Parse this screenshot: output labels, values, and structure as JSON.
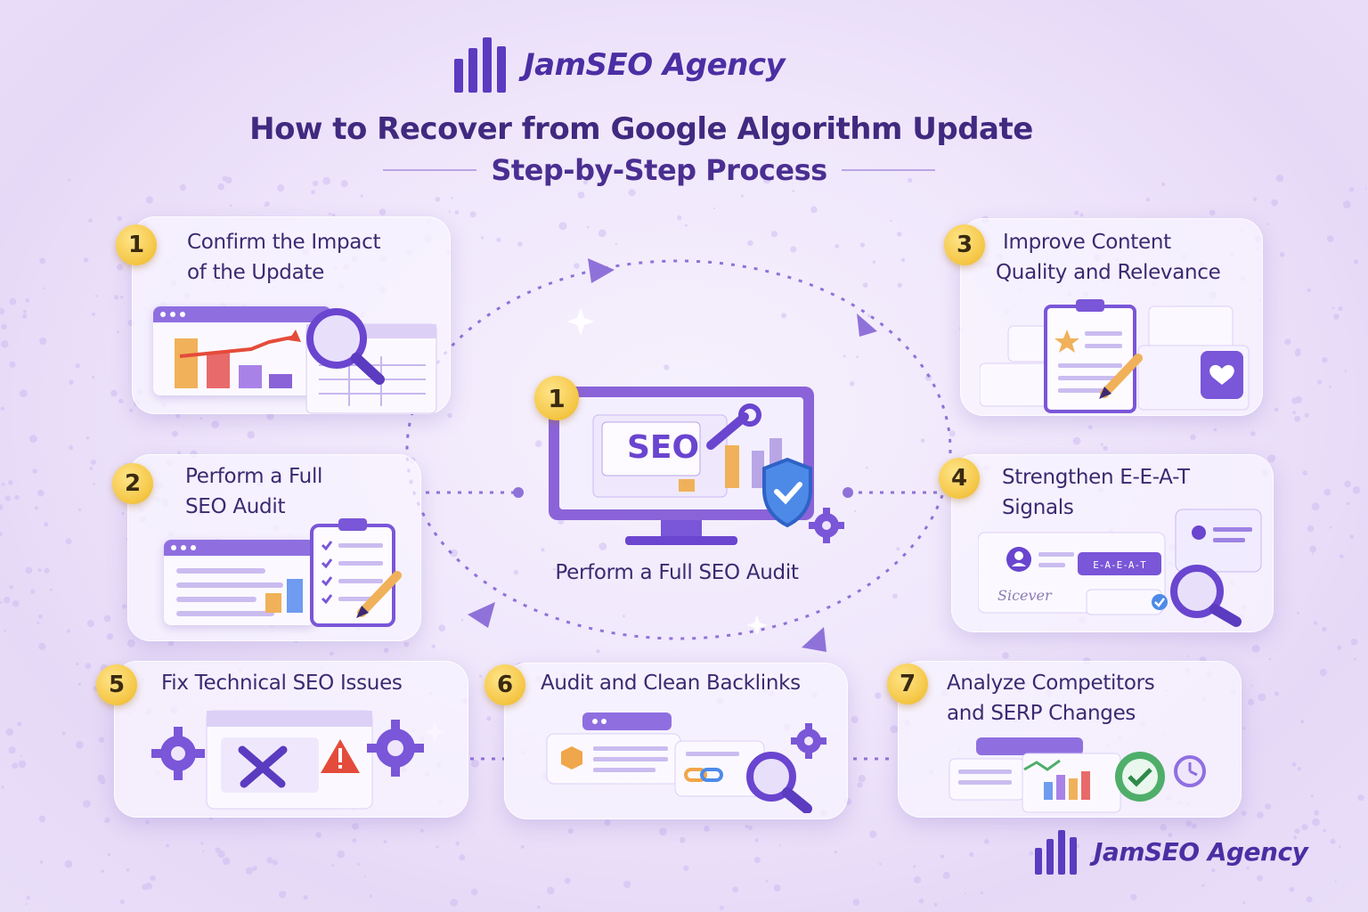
{
  "brand": {
    "name_top": "JamSEO Agency",
    "name_bottom": "JamSEO Agency"
  },
  "title": "How to Recover from Google Algorithm Update",
  "subtitle": "Step-by-Step Process",
  "center": {
    "badge": "1",
    "monitor_text": "SEO",
    "label": "Perform a Full SEO Audit"
  },
  "steps": [
    {
      "number": "1",
      "line1": "Confirm the Impact",
      "line2": "of the Update",
      "icon": "analytics-magnifier-icon"
    },
    {
      "number": "2",
      "line1": "Perform a Full",
      "line2": "SEO Audit",
      "icon": "clipboard-checklist-icon"
    },
    {
      "number": "3",
      "line1": "Improve Content",
      "line2": "Quality and Relevance",
      "icon": "content-document-icon"
    },
    {
      "number": "4",
      "line1": "Strengthen E-E-A-T",
      "line2": "Signals",
      "icon": "profile-credential-icon"
    },
    {
      "number": "5",
      "line1": "Fix Technical SEO Issues",
      "line2": "",
      "icon": "tools-warning-icon"
    },
    {
      "number": "6",
      "line1": "Audit and Clean Backlinks",
      "line2": "",
      "icon": "link-magnifier-icon"
    },
    {
      "number": "7",
      "line1": "Analyze Competitors",
      "line2": "and SERP Changes",
      "icon": "competitor-chart-icon"
    }
  ],
  "eeat_chip": "E-A-E-A-T",
  "signature_text": "Sicever",
  "colors": {
    "accent": "#6f4fd0",
    "badge": "#f4c542",
    "title": "#3f2a80",
    "background": "#efe6fb"
  }
}
